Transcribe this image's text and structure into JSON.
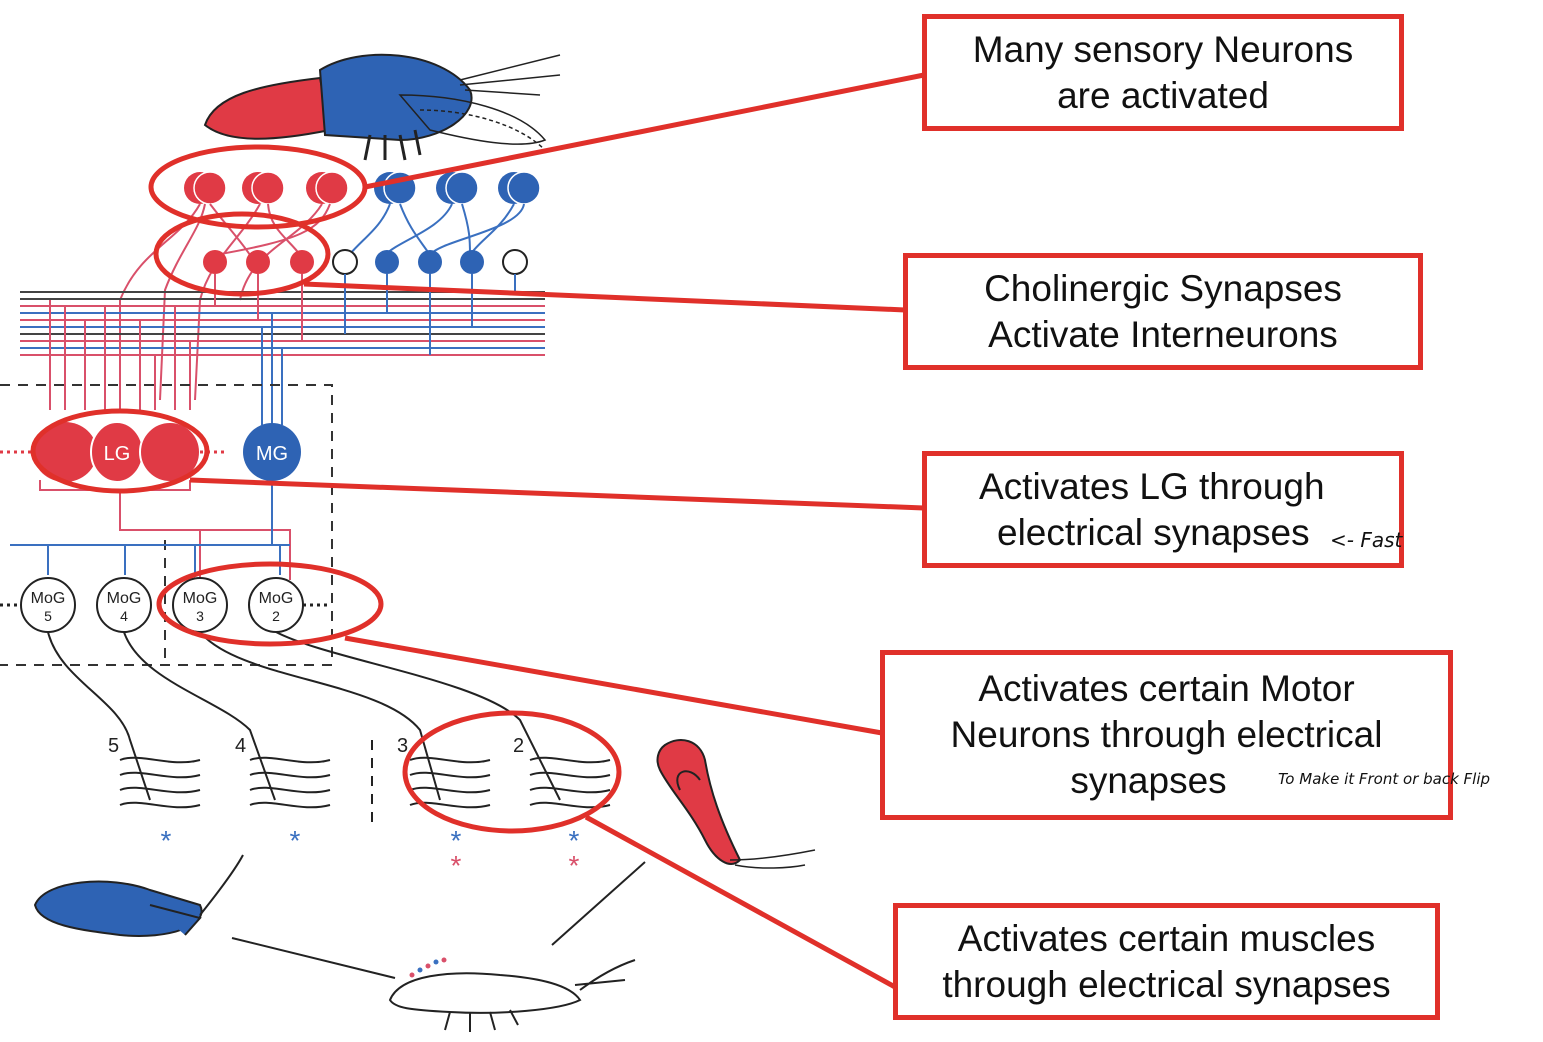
{
  "cells": {
    "lateral_giant": "LG",
    "medial_giant": "MG",
    "motor_giants": [
      {
        "name": "MoG",
        "num": "5"
      },
      {
        "name": "MoG",
        "num": "4"
      },
      {
        "name": "MoG",
        "num": "3"
      },
      {
        "name": "MoG",
        "num": "2"
      }
    ],
    "segment_numbers": [
      "5",
      "4",
      "3",
      "2"
    ],
    "asterisk": "*"
  },
  "annotations": [
    {
      "lines": [
        "Many sensory Neurons",
        "are activated"
      ]
    },
    {
      "lines": [
        "Cholinergic Synapses",
        "Activate Interneurons"
      ]
    },
    {
      "lines": [
        "Activates LG through",
        "electrical synapses"
      ]
    },
    {
      "lines": [
        "Activates certain Motor",
        "Neurons through electrical",
        "synapses"
      ]
    },
    {
      "lines": [
        "Activates certain muscles",
        "through electrical synapses"
      ]
    }
  ],
  "handwritten_notes": {
    "fast": "<- Fast",
    "flip": "To Make it Front or back Flip"
  },
  "colors": {
    "annotation_red": "#e0302a",
    "neuron_red": "#e03a45",
    "neuron_blue": "#2e63b4",
    "axon_red": "#d9506a",
    "axon_blue": "#3a70c0"
  }
}
